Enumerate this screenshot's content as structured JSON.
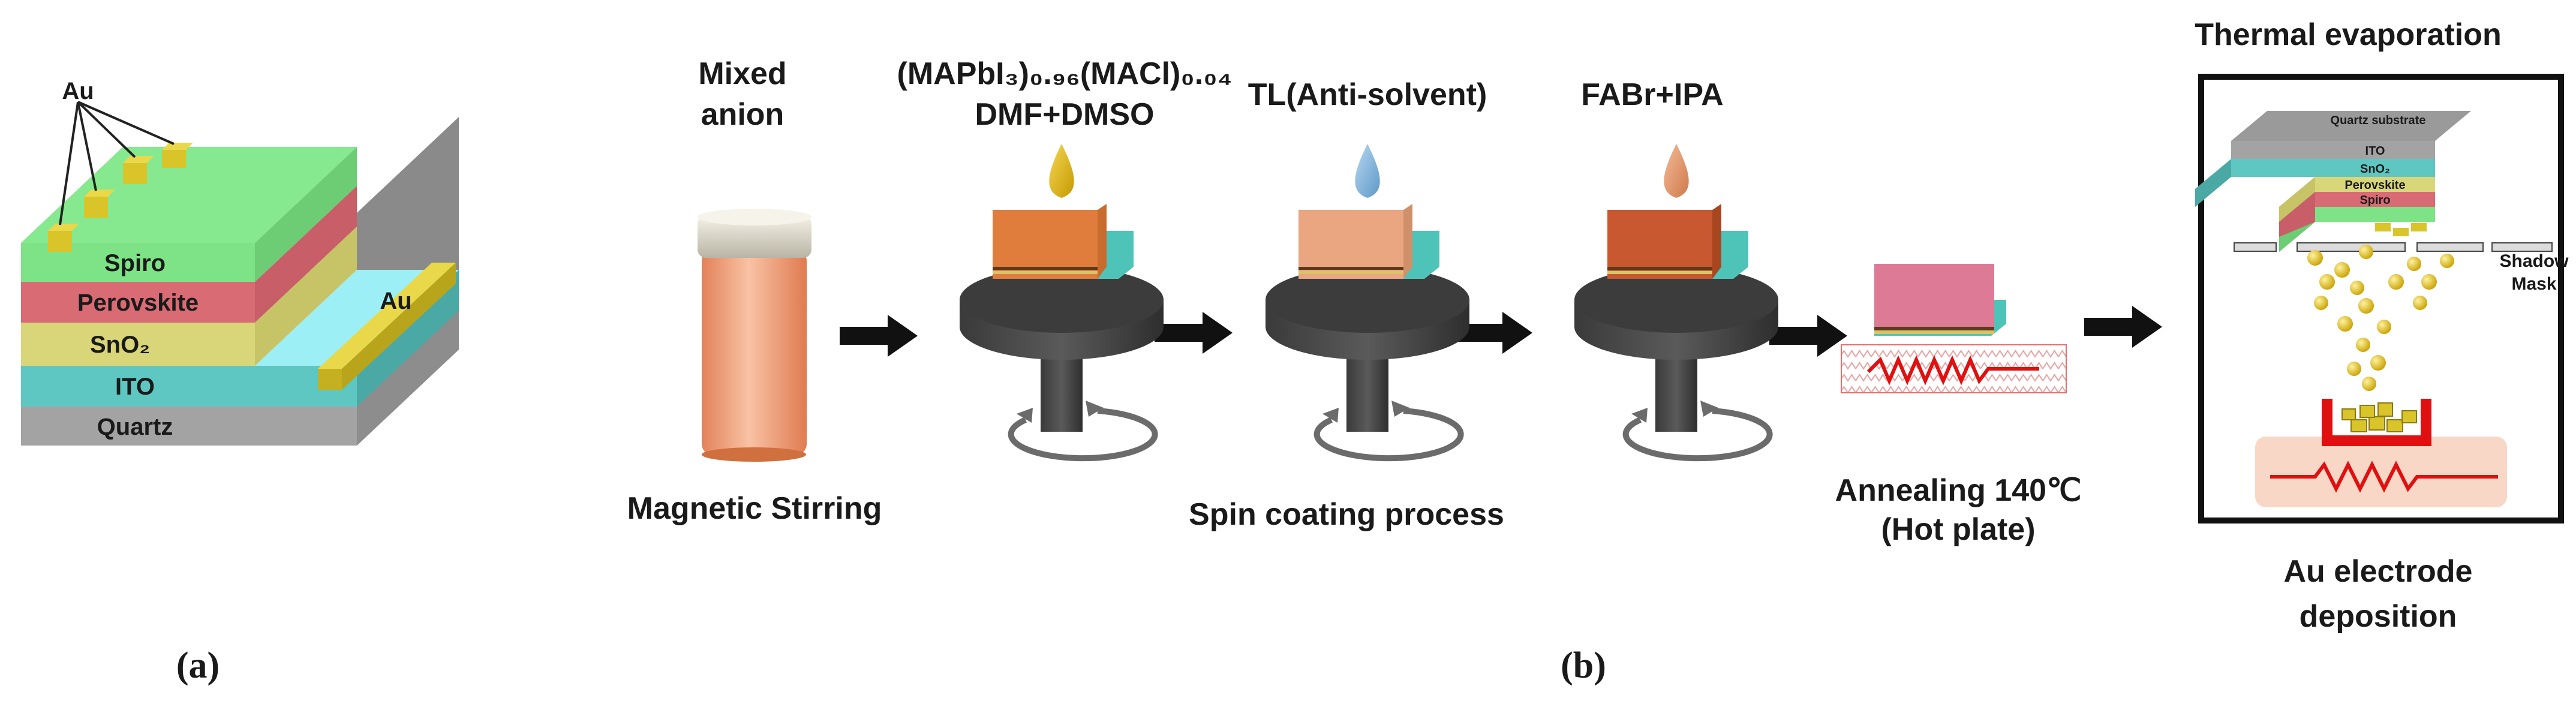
{
  "panel_a": {
    "caption": "(a)",
    "electrode_top": "Au",
    "electrode_side": "Au",
    "layers": [
      "Spiro",
      "Perovskite",
      "SnO₂",
      "ITO",
      "Quartz"
    ],
    "colors": {
      "spiro": "#7ee387",
      "perovskite": "#d96b74",
      "sno2": "#d9d67a",
      "ito": "#5fc7c2",
      "quartz": "#a3a3a3",
      "au": "#d9c52a"
    }
  },
  "panel_b": {
    "caption": "(b)",
    "solution_line1": "Mixed",
    "solution_line2": "anion",
    "formula_line1": "(MAPbI₃)₀.₉₆(MACl)₀.₀₄",
    "formula_line2": "DMF+DMSO",
    "antisolvent": "TL(Anti-solvent)",
    "treatment": "FABr+IPA",
    "stirring": "Magnetic Stirring",
    "spin": "Spin coating process",
    "anneal_line1": "Annealing 140℃",
    "anneal_line2": "(Hot plate)",
    "evap_title": "Thermal  evaporation",
    "evap_caption_line1": "Au electrode",
    "evap_caption_line2": "deposition",
    "evap_layers": [
      "Quartz substrate",
      "ITO",
      "SnO₂",
      "Perovskite",
      "Spiro"
    ],
    "mask_line1": "Shadow",
    "mask_line2": "Mask"
  }
}
